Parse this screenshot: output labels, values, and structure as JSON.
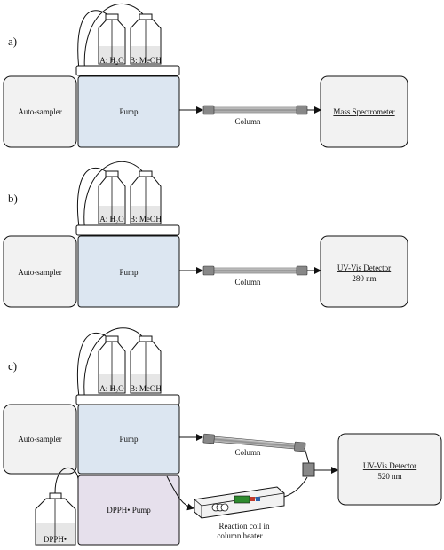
{
  "panels": [
    {
      "id": "a",
      "label": "a)",
      "bottle_a": "A: H₂O",
      "bottle_b": "B: MeOH",
      "autosampler": "Auto-sampler",
      "pump": "Pump",
      "column": "Column",
      "detector_title": "Mass Spectrometer",
      "detector_sub": ""
    },
    {
      "id": "b",
      "label": "b)",
      "bottle_a": "A: H₂O",
      "bottle_b": "B: MeOH",
      "autosampler": "Auto-sampler",
      "pump": "Pump",
      "column": "Column",
      "detector_title": "UV-Vis Detector",
      "detector_sub": "280 nm"
    },
    {
      "id": "c",
      "label": "c)",
      "bottle_a": "A: H₂O",
      "bottle_b": "B: MeOH",
      "autosampler": "Auto-sampler",
      "pump": "Pump",
      "column": "Column",
      "detector_title": "UV-Vis Detector",
      "detector_sub": "520 nm",
      "dpph_bottle": "DPPH•",
      "dpph_pump": "DPPH• Pump",
      "reaction_coil_line1": "Reaction coil in",
      "reaction_coil_line2": "column heater"
    }
  ],
  "colors": {
    "pump_fill": "#dce6f1",
    "autosampler_fill": "#f2f2f2",
    "detector_fill": "#f2f2f2",
    "dpph_pump_fill": "#e6e0ec",
    "liquid_fill": "#e6e6e6",
    "stroke": "#111111"
  }
}
